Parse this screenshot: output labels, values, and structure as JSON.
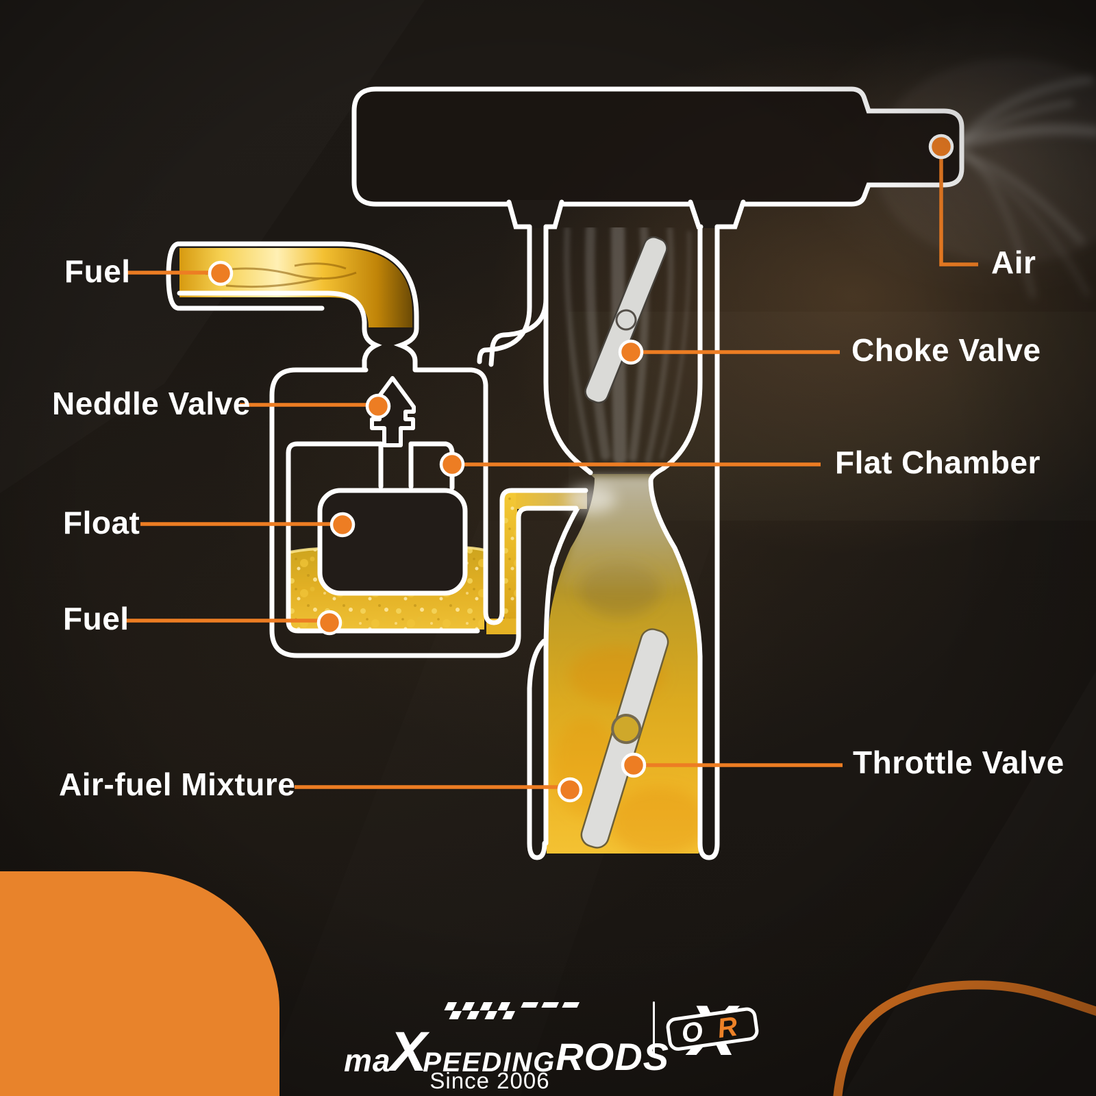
{
  "title": "Carburetor parts infographic",
  "colors": {
    "accent_orange": "#ED7D23",
    "corner_orange": "#E8832B",
    "outline_white": "#FFFFFF",
    "fuel_gold": "#F2BF2F",
    "background": "#1A1612"
  },
  "labels": {
    "fuel_inlet": "Fuel",
    "needle_valve": "Neddle Valve",
    "float": "Float",
    "fuel_bowl": "Fuel",
    "air_fuel_mixture": "Air-fuel Mixture",
    "air": "Air",
    "choke_valve": "Choke Valve",
    "flat_chamber": "Flat Chamber",
    "throttle_valve": "Throttle Valve"
  },
  "logo": {
    "ma": "ma",
    "x": "X",
    "peeding": "PEEDING",
    "rods": "RODS",
    "since": "Since 2006",
    "emblem_x": "X",
    "emblem_o": "O",
    "emblem_r": "R"
  }
}
